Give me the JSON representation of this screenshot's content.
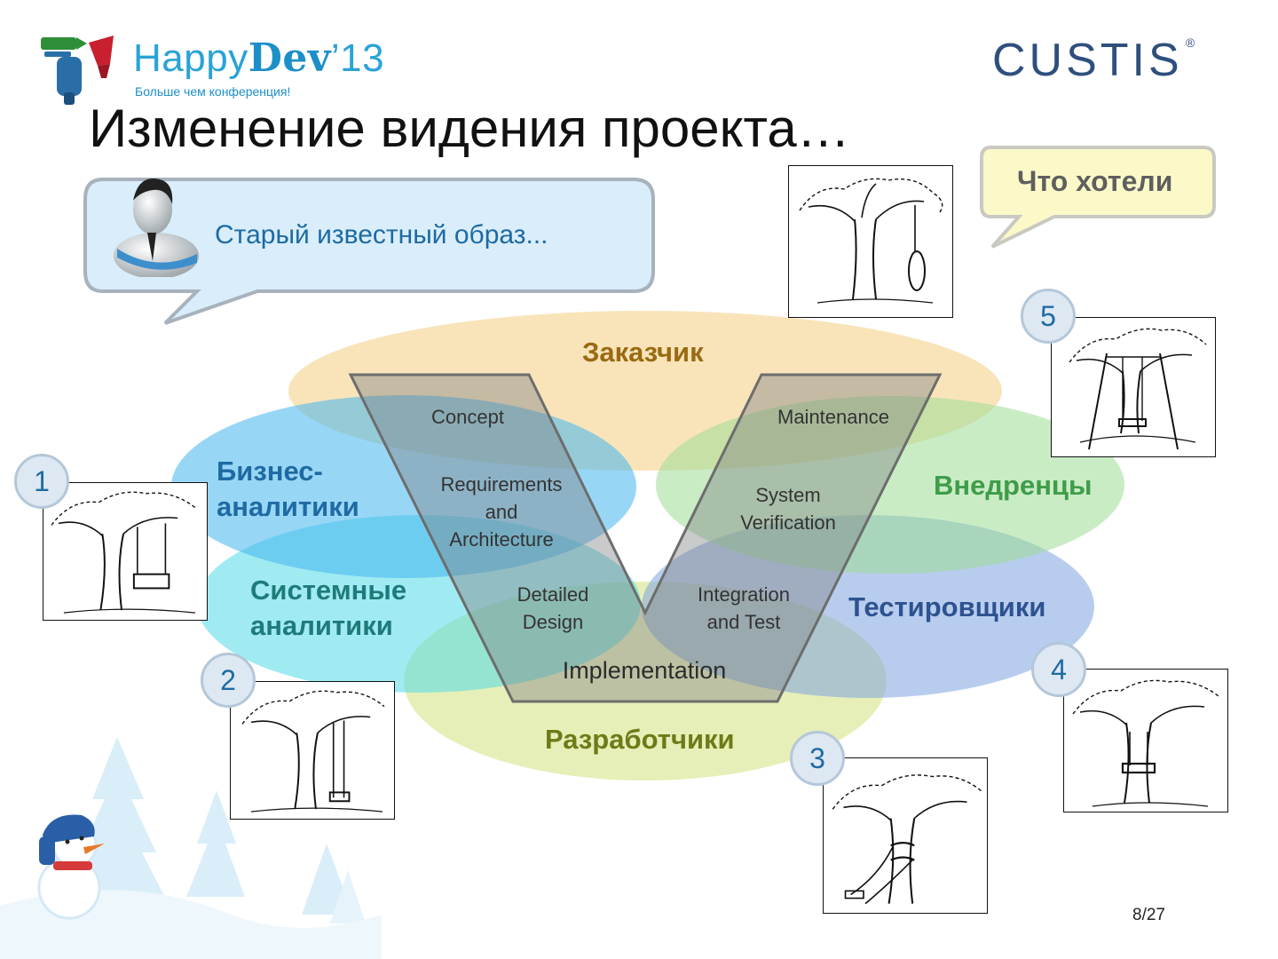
{
  "header": {
    "logo_prefix": "Happy",
    "logo_bold": "Dev",
    "logo_suffix": "’13",
    "logo_tagline": "Больше чем конференция!",
    "brand": "CUSTIS",
    "brand_mark": "®"
  },
  "slide": {
    "title": "Изменение видения проекта…",
    "page_number": "8/27"
  },
  "bubbles": {
    "speaker_text": "Старый известный образ...",
    "wanted_text": "Что хотели"
  },
  "groups": [
    {
      "label": "Заказчик",
      "color": "#9a6a12"
    },
    {
      "label_lines": [
        "Бизнес-",
        "аналитики"
      ],
      "color": "#1e6aa3"
    },
    {
      "label": "Внедренцы",
      "color": "#3f9c49"
    },
    {
      "label_lines": [
        "Системные",
        "аналитики"
      ],
      "color": "#1f7b7b"
    },
    {
      "label": "Тестировщики",
      "color": "#2d5290"
    },
    {
      "label": "Разработчики",
      "color": "#6f7a18"
    }
  ],
  "phases": {
    "concept": "Concept",
    "requirements": [
      "Requirements",
      "and",
      "Architecture"
    ],
    "detailed_design": [
      "Detailed",
      "Design"
    ],
    "implementation": "Implementation",
    "integration": [
      "Integration",
      "and Test"
    ],
    "system_verification": [
      "System",
      "Verification"
    ],
    "maintenance": "Maintenance"
  },
  "badges": [
    "1",
    "2",
    "3",
    "4",
    "5"
  ],
  "colors": {
    "accent_blue": "#1e6aa3",
    "bubble_fill": "#d9eefa",
    "bubble_border": "#a8b2bd",
    "yellow_fill": "#fbf9c8"
  }
}
